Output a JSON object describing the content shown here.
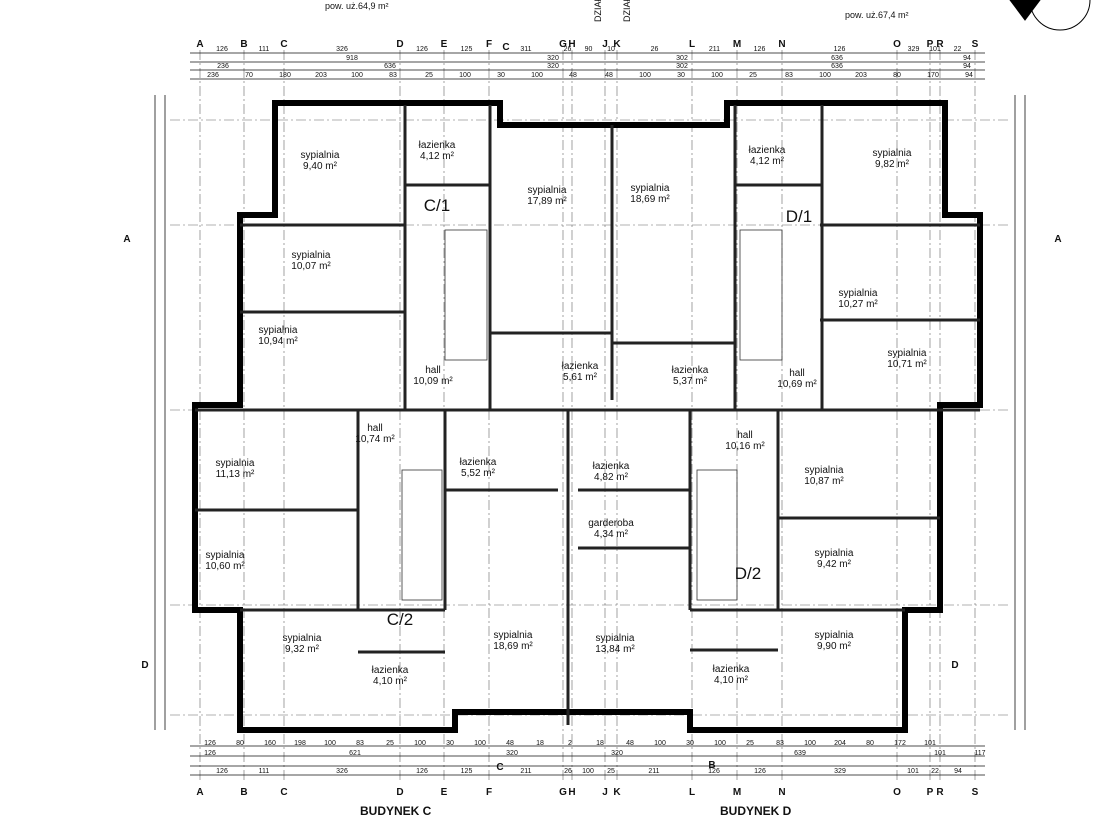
{
  "header": {
    "area_c": "pow. uż.64,9 m²",
    "area_d": "pow. uż.67,4 m²",
    "plot_left": "DZIAŁ",
    "plot_right": "DZIAŁ"
  },
  "axes": [
    "A",
    "B",
    "C",
    "D",
    "E",
    "F",
    "G",
    "H",
    "J",
    "K",
    "L",
    "M",
    "N",
    "O",
    "P",
    "R",
    "S"
  ],
  "sections": {
    "a_left": "A",
    "a_right": "A",
    "d_left": "D",
    "d_right": "D",
    "c_top": "C",
    "c_bottom": "C",
    "b_bottom": "B"
  },
  "units": {
    "c1": "C/1",
    "d1": "D/1",
    "c2": "C/2",
    "d2": "D/2"
  },
  "rooms": [
    {
      "name": "sypialnia",
      "area": "9,40 m²"
    },
    {
      "name": "łazienka",
      "area": "4,12 m²"
    },
    {
      "name": "sypialnia",
      "area": "17,89 m²"
    },
    {
      "name": "sypialnia",
      "area": "10,07 m²"
    },
    {
      "name": "sypialnia",
      "area": "10,94 m²"
    },
    {
      "name": "hall",
      "area": "10,09 m²"
    },
    {
      "name": "łazienka",
      "area": "5,61 m²"
    },
    {
      "name": "sypialnia",
      "area": "18,69 m²"
    },
    {
      "name": "łazienka",
      "area": "4,12 m²"
    },
    {
      "name": "sypialnia",
      "area": "9,82 m²"
    },
    {
      "name": "sypialnia",
      "area": "10,27 m²"
    },
    {
      "name": "sypialnia",
      "area": "10,71 m²"
    },
    {
      "name": "hall",
      "area": "10,69 m²"
    },
    {
      "name": "łazienka",
      "area": "5,37 m²"
    },
    {
      "name": "hall",
      "area": "10,74 m²"
    },
    {
      "name": "sypialnia",
      "area": "11,13 m²"
    },
    {
      "name": "łazienka",
      "area": "5,52 m²"
    },
    {
      "name": "sypialnia",
      "area": "10,60 m²"
    },
    {
      "name": "sypialnia",
      "area": "9,32 m²"
    },
    {
      "name": "łazienka",
      "area": "4,10 m²"
    },
    {
      "name": "sypialnia",
      "area": "18,69 m²"
    },
    {
      "name": "hall",
      "area": "10,16 m²"
    },
    {
      "name": "łazienka",
      "area": "4,82 m²"
    },
    {
      "name": "sypialnia",
      "area": "10,87 m²"
    },
    {
      "name": "garderoba",
      "area": "4,34 m²"
    },
    {
      "name": "sypialnia",
      "area": "9,42 m²"
    },
    {
      "name": "sypialnia",
      "area": "13,84 m²"
    },
    {
      "name": "łazienka",
      "area": "4,10 m²"
    },
    {
      "name": "sypialnia",
      "area": "9,90 m²"
    }
  ],
  "dims_top_axes": [
    "126",
    "111",
    "326",
    "126",
    "125",
    "311",
    "26",
    "90",
    "10",
    "26",
    "211",
    "126",
    "126",
    "329",
    "101",
    "22",
    "94"
  ],
  "dims_top_total": [
    "918",
    "320",
    "302",
    "636",
    "94"
  ],
  "dims_top_mid": [
    "236",
    "636",
    "320",
    "302",
    "636",
    "94"
  ],
  "dims_top_detail": [
    "236",
    "70",
    "180",
    "203",
    "100",
    "83",
    "25",
    "100",
    "30",
    "100",
    "48",
    "48",
    "100",
    "30",
    "100",
    "25",
    "83",
    "100",
    "203",
    "80",
    "170",
    "94"
  ],
  "dims_bottom_detail": [
    "126",
    "80",
    "160",
    "198",
    "100",
    "83",
    "25",
    "100",
    "30",
    "100",
    "48",
    "18",
    "2",
    "18",
    "48",
    "100",
    "30",
    "100",
    "25",
    "83",
    "100",
    "204",
    "80",
    "172",
    "101"
  ],
  "dims_bottom_mid": [
    "126",
    "621",
    "320",
    "320",
    "639",
    "101",
    "117"
  ],
  "dims_bottom_axes": [
    "126",
    "111",
    "326",
    "126",
    "125",
    "211",
    "26",
    "100",
    "25",
    "211",
    "126",
    "126",
    "329",
    "101",
    "22",
    "94"
  ],
  "footer": {
    "building_c": "BUDYNEK C",
    "building_d": "BUDYNEK D"
  }
}
